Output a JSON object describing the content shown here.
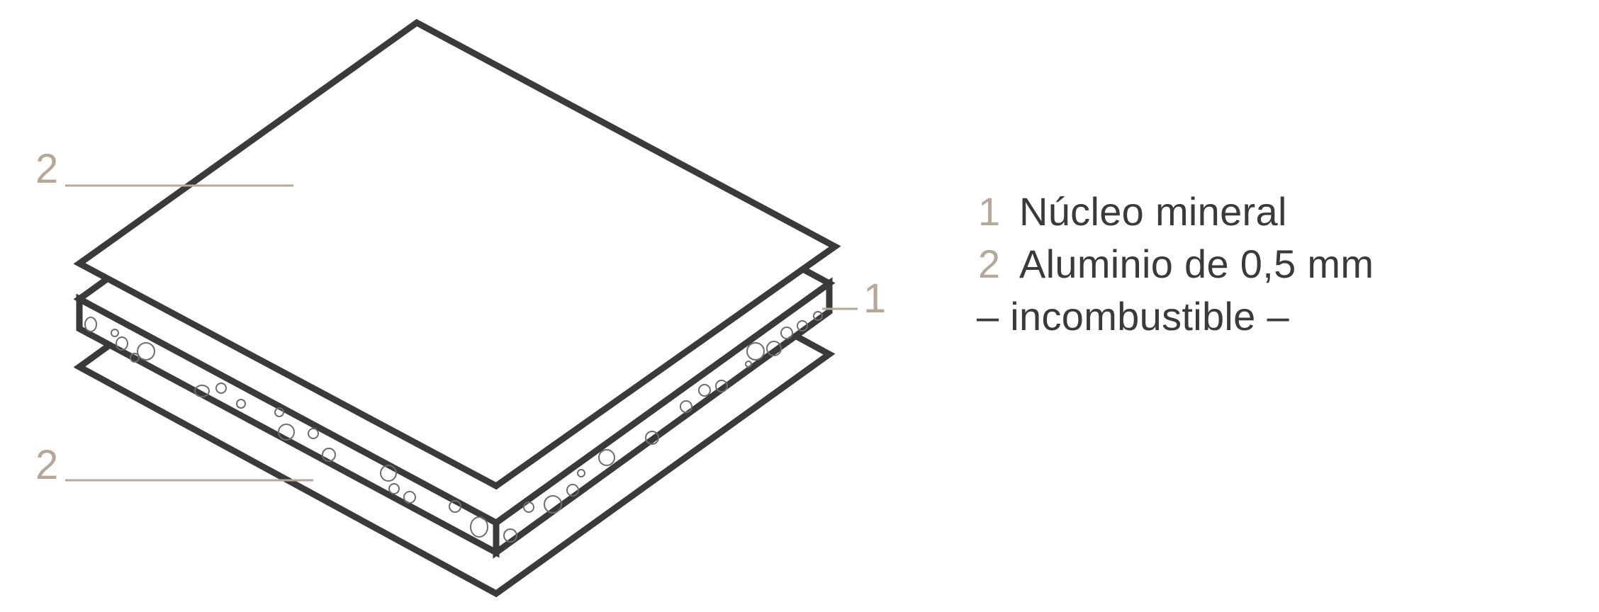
{
  "colors": {
    "outline": "#3b3a39",
    "accent": "#b6a898",
    "bubble": "#6e6d6c"
  },
  "callouts": [
    {
      "number": "2",
      "target": "top-sheet"
    },
    {
      "number": "1",
      "target": "core-layer"
    },
    {
      "number": "2",
      "target": "bottom-sheet"
    }
  ],
  "legend": {
    "items": [
      {
        "number": "1",
        "label": "Núcleo mineral"
      },
      {
        "number": "2",
        "label": "Aluminio de 0,5 mm"
      }
    ],
    "note": "– incombustible –"
  }
}
